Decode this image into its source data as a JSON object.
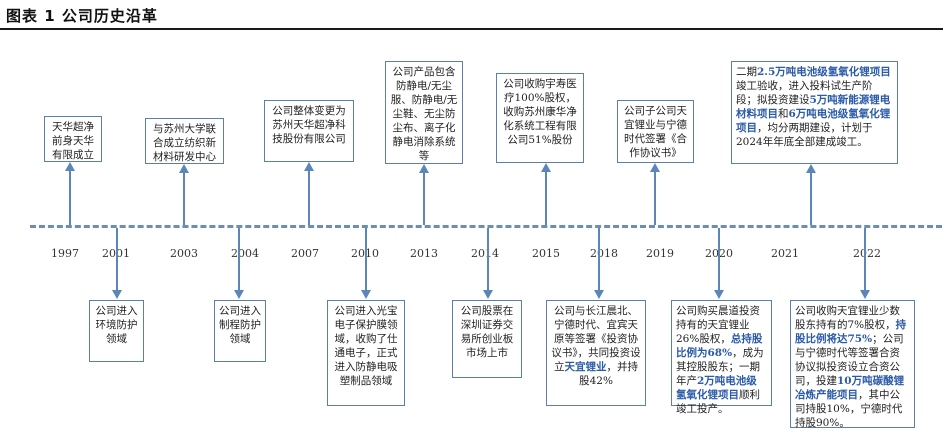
{
  "title": "图表 1  公司历史沿革",
  "years": [
    "1997",
    "2001",
    "2003",
    "2004",
    "2007",
    "2010",
    "2013",
    "2014",
    "2015",
    "2018",
    "2019",
    "2020",
    "2021",
    "2022"
  ],
  "events": {
    "e1997": "天华超净前身天华有限成立",
    "e2001": "公司进入环境防护领域",
    "e2003": "与苏州大学联合成立纺织新材料研发中心",
    "e2004": "公司进入制程防护领域",
    "e2007": "公司整体变更为苏州天华超净科技股份有限公司",
    "e2010": "公司进入光宝电子保护膜领域，收购了仕通电子，正式进入防静电吸塑制品领域",
    "e2013": "公司产品包含防静电/无尘服、防静电/无尘鞋、无尘防尘布、离子化静电消除系统等",
    "e2014": "公司股票在深圳证券交易所创业板市场上市",
    "e2015": "公司收购宇寿医疗100%股权，收购苏州康华净化系统工程有限公司51%股份",
    "e2018_a": "公司与长江晨北、宁德时代、宜宾天原等签署《投资协议书》，共同投资设立",
    "e2018_hl": "天宜锂业",
    "e2018_b": "，并持股42%",
    "e2019": "公司子公司天宜锂业与宁德时代签署《合作协议书》",
    "e2020_a": "公司购买晨道投资持有的天宜锂业26%股权，",
    "e2020_hl1": "总持股比例为68%",
    "e2020_b": "，成为其控股股东；一期年产",
    "e2020_hl2": "2万吨电池级氢氧化锂项目",
    "e2020_c": "顺利竣工投产。",
    "e2021_a": "二期",
    "e2021_hl1": "2.5万吨电池级氢氧化锂项目",
    "e2021_b": "竣工验收，进入投料试生产阶段；拟投资建设",
    "e2021_hl2": "5万吨新能源锂电材料项目",
    "e2021_c": "和",
    "e2021_hl3": "6万吨电池级氢氧化锂项目",
    "e2021_d": "，均分两期建设，计划于2024年年底全部建成竣工。",
    "e2022_a": "公司收购天宜锂业少数股东持有的7%股权，",
    "e2022_hl1": "持股比例将达75%",
    "e2022_b": "；公司与宁德时代等签署合资协议拟投资设立合资公司，投建",
    "e2022_hl2": "10万吨碳酸锂冶炼产能项目",
    "e2022_c": "，其中公司持股10%，宁德时代持股90%。"
  }
}
